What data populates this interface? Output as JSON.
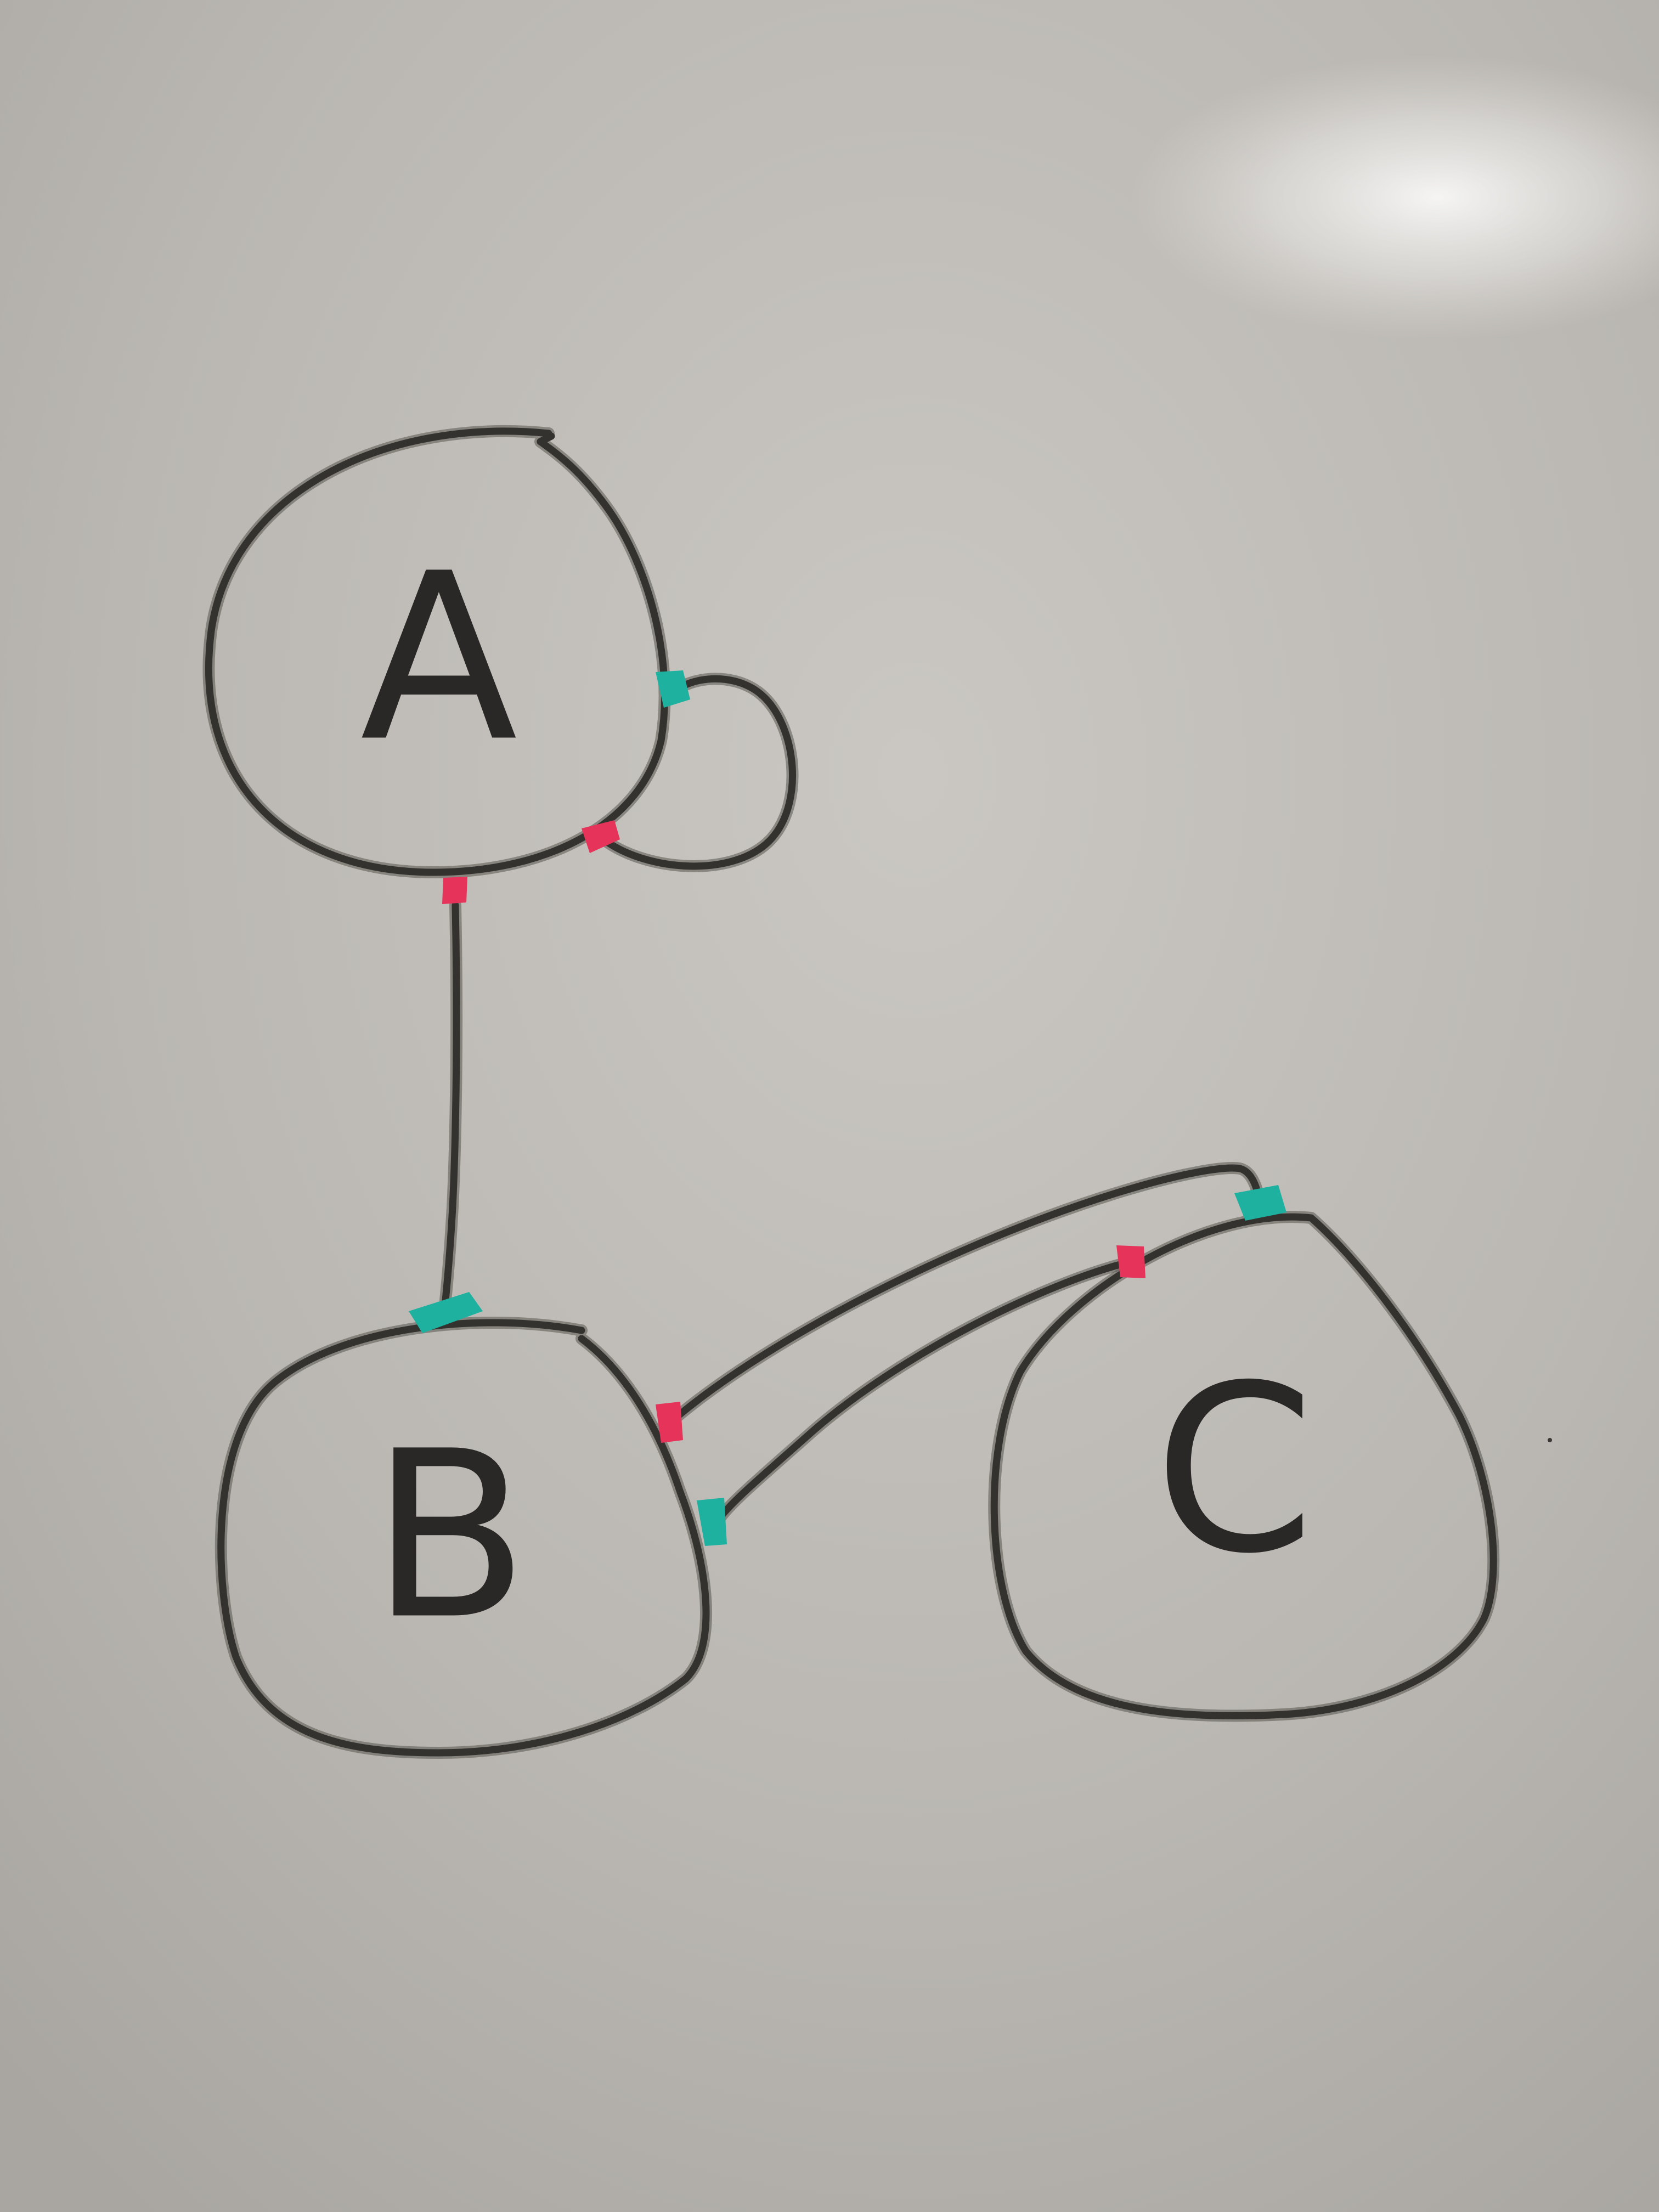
{
  "diagram": {
    "nodes": [
      {
        "id": "A",
        "label": "A"
      },
      {
        "id": "B",
        "label": "B"
      },
      {
        "id": "C",
        "label": "C"
      }
    ],
    "edges": [
      {
        "from": "A",
        "to": "A",
        "kind": "self-loop"
      },
      {
        "from": "A",
        "to": "B"
      },
      {
        "from": "B",
        "to": "C"
      },
      {
        "from": "C",
        "to": "B"
      }
    ],
    "colors": {
      "board": "#b9b6b1",
      "ink": "#34322f",
      "start_port": "#e5335a",
      "end_port": "#1fb1a0"
    }
  }
}
